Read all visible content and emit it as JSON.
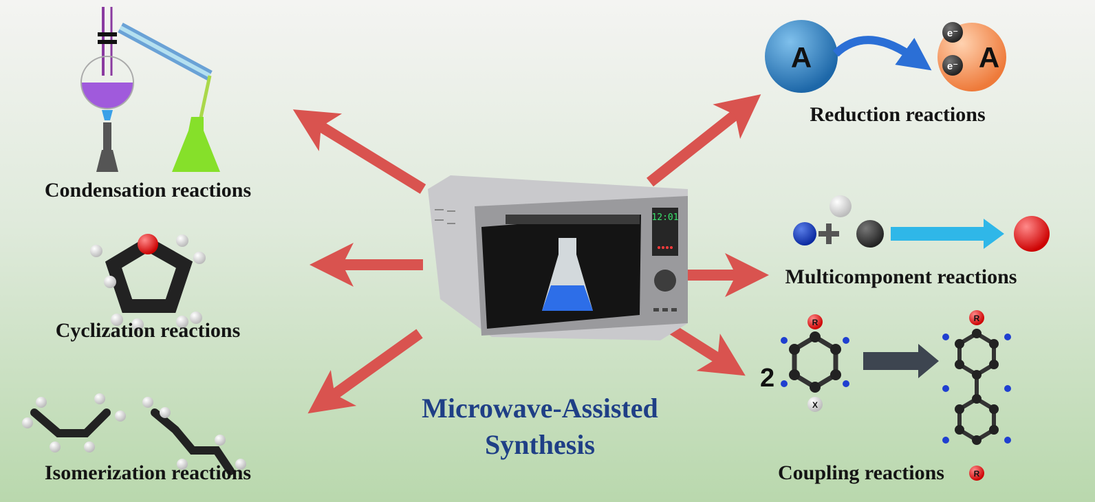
{
  "title": {
    "line1": "Microwave-Assisted",
    "line2": "Synthesis"
  },
  "microwave": {
    "display": "12:01"
  },
  "reactions": {
    "condensation": "Condensation reactions",
    "cyclization": "Cyclization reactions",
    "isomerization": "Isomerization reactions",
    "reduction": "Reduction reactions",
    "multicomponent": "Multicomponent reactions",
    "coupling": "Coupling reactions"
  },
  "reduction_diagram": {
    "atom": "A",
    "electron": "e⁻"
  },
  "coupling_diagram": {
    "coefficient": "2",
    "substituent_r": "R",
    "substituent_x": "X"
  },
  "colors": {
    "arrow": "#d9534f",
    "title": "#1f3f86",
    "background_top": "#f2f2f0",
    "background_bottom": "#bcd9b0"
  }
}
